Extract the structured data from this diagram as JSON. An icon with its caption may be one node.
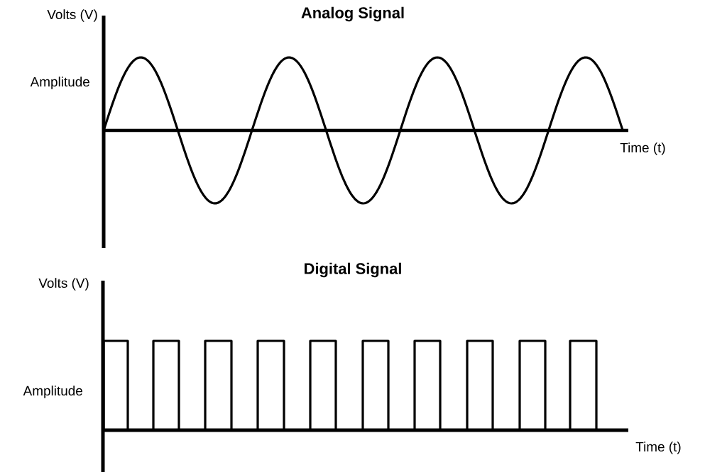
{
  "diagram": {
    "labels": [
      "Volts (V)",
      "Analog Signal",
      "Amplitude",
      "Time (t)",
      "Digital Signal",
      "Volts (V)",
      "Amplitude",
      "Time (t)"
    ]
  }
}
